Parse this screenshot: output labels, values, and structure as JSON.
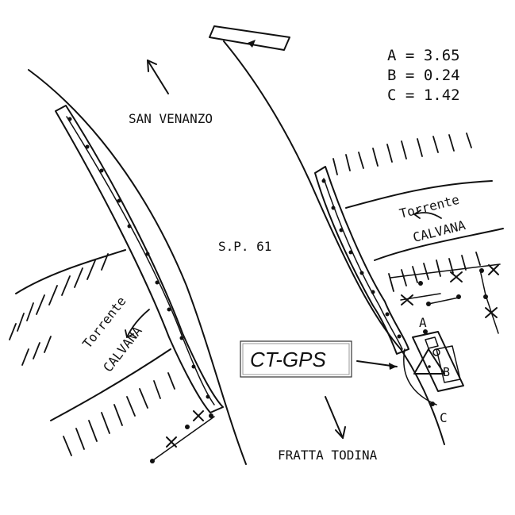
{
  "measurements": [
    {
      "key": "A",
      "eq": "=",
      "value": "3.65"
    },
    {
      "key": "B",
      "eq": "=",
      "value": "0.24"
    },
    {
      "key": "C",
      "eq": "=",
      "value": "1.42"
    }
  ],
  "places": {
    "north": "SAN VENANZO",
    "south": "FRATTA TODINA",
    "road": "S.P. 61"
  },
  "streams": {
    "left": {
      "name": "Torrente",
      "sub": "CALVANA"
    },
    "right": {
      "name": "Torrente",
      "sub": "CALVANA"
    }
  },
  "station": {
    "label": "CT-GPS",
    "points": {
      "a": "A",
      "b": "B",
      "c": "C"
    }
  },
  "icons": [
    "arrow-north-icon",
    "arrow-south-icon",
    "flow-arrow-icon",
    "triangle-marker-icon",
    "fence-cross-icon"
  ]
}
